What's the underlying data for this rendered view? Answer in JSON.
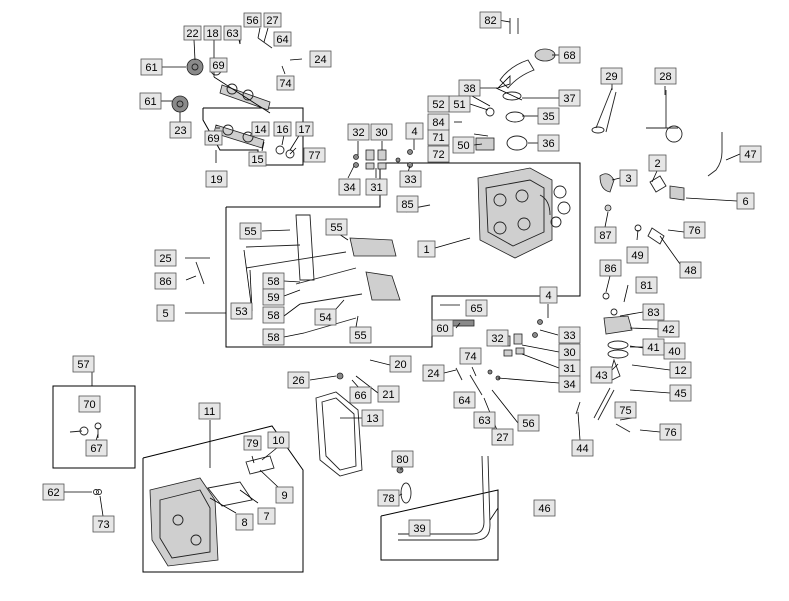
{
  "labels": {
    "l1": "1",
    "l2": "2",
    "l3": "3",
    "l4a": "4",
    "l4b": "4",
    "l5": "5",
    "l6": "6",
    "l7": "7",
    "l8": "8",
    "l9": "9",
    "l10": "10",
    "l11": "11",
    "l12": "12",
    "l13": "13",
    "l14": "14",
    "l15": "15",
    "l16": "16",
    "l17": "17",
    "l18": "18",
    "l19": "19",
    "l20": "20",
    "l21": "21",
    "l22": "22",
    "l23": "23",
    "l24a": "24",
    "l24b": "24",
    "l25": "25",
    "l26": "26",
    "l27a": "27",
    "l27b": "27",
    "l28": "28",
    "l29": "29",
    "l30a": "30",
    "l30b": "30",
    "l31a": "31",
    "l31b": "31",
    "l32a": "32",
    "l32b": "32",
    "l33a": "33",
    "l33b": "33",
    "l34a": "34",
    "l34b": "34",
    "l35": "35",
    "l36": "36",
    "l37": "37",
    "l38": "38",
    "l39": "39",
    "l40": "40",
    "l41": "41",
    "l42": "42",
    "l43": "43",
    "l44": "44",
    "l45": "45",
    "l46": "46",
    "l47": "47",
    "l48": "48",
    "l49": "49",
    "l50": "50",
    "l51": "51",
    "l52": "52",
    "l53": "53",
    "l54": "54",
    "l55a": "55",
    "l55b": "55",
    "l55c": "55",
    "l56a": "56",
    "l56b": "56",
    "l57": "57",
    "l58a": "58",
    "l58b": "58",
    "l58c": "58",
    "l59": "59",
    "l60": "60",
    "l61a": "61",
    "l61b": "61",
    "l62": "62",
    "l63a": "63",
    "l63b": "63",
    "l64a": "64",
    "l64b": "64",
    "l65": "65",
    "l66": "66",
    "l67": "67",
    "l68": "68",
    "l69a": "69",
    "l69b": "69",
    "l70": "70",
    "l71": "71",
    "l72": "72",
    "l73": "73",
    "l74a": "74",
    "l74b": "74",
    "l75": "75",
    "l76a": "76",
    "l76b": "76",
    "l77": "77",
    "l78": "78",
    "l79": "79",
    "l80": "80",
    "l81": "81",
    "l82": "82",
    "l83": "83",
    "l84": "84",
    "l85": "85",
    "l86a": "86",
    "l86b": "86",
    "l87": "87"
  }
}
